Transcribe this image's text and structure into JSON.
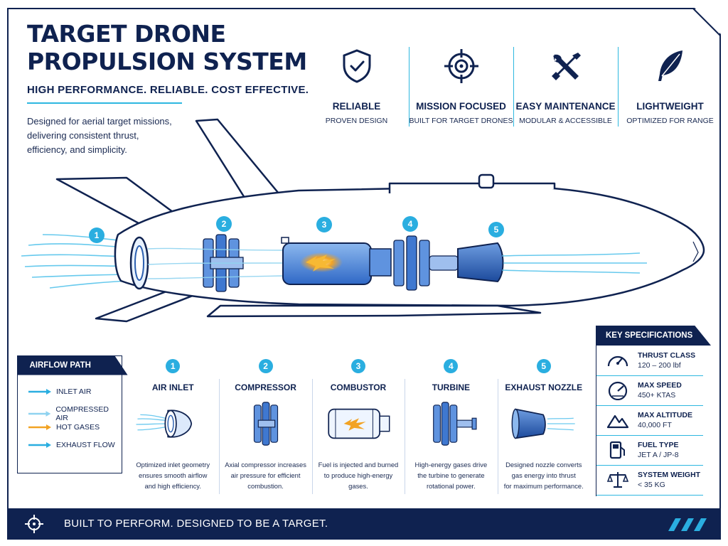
{
  "header": {
    "title_line1": "TARGET DRONE",
    "title_line2": "PROPULSION SYSTEM",
    "tagline": "HIGH PERFORMANCE. RELIABLE. COST EFFECTIVE.",
    "intro_line1": "Designed for aerial target missions,",
    "intro_line2": "delivering consistent thrust,",
    "intro_line3": "efficiency, and simplicity."
  },
  "features": [
    {
      "title": "RELIABLE",
      "subtitle": "PROVEN DESIGN",
      "icon": "shield-check-icon"
    },
    {
      "title": "MISSION FOCUSED",
      "subtitle": "BUILT FOR TARGET DRONES",
      "icon": "crosshair-icon"
    },
    {
      "title": "EASY MAINTENANCE",
      "subtitle": "MODULAR & ACCESSIBLE",
      "icon": "wrench-screwdriver-icon"
    },
    {
      "title": "LIGHTWEIGHT",
      "subtitle": "OPTIMIZED FOR RANGE",
      "icon": "feather-icon"
    }
  ],
  "diagram_callouts": [
    "1",
    "2",
    "3",
    "4",
    "5"
  ],
  "airflow": {
    "title": "AIRFLOW PATH",
    "items": [
      {
        "label": "INLET AIR",
        "color": "#2aaee0"
      },
      {
        "label": "COMPRESSED AIR",
        "color": "#8fd3f0"
      },
      {
        "label": "HOT GASES",
        "color": "#f2a324"
      },
      {
        "label": "EXHAUST FLOW",
        "color": "#2aaee0"
      }
    ]
  },
  "components": [
    {
      "num": "1",
      "title": "AIR INLET",
      "desc_line1": "Optimized inlet geometry",
      "desc_line2": "ensures smooth airflow",
      "desc_line3": "and high efficiency."
    },
    {
      "num": "2",
      "title": "COMPRESSOR",
      "desc_line1": "Axial compressor increases",
      "desc_line2": "air pressure for efficient",
      "desc_line3": "combustion."
    },
    {
      "num": "3",
      "title": "COMBUSTOR",
      "desc_line1": "Fuel is injected and burned",
      "desc_line2": "to produce high-energy",
      "desc_line3": "gases."
    },
    {
      "num": "4",
      "title": "TURBINE",
      "desc_line1": "High-energy gases drive",
      "desc_line2": "the turbine to generate",
      "desc_line3": "rotational power."
    },
    {
      "num": "5",
      "title": "EXHAUST NOZZLE",
      "desc_line1": "Designed nozzle converts",
      "desc_line2": "gas energy into thrust",
      "desc_line3": "for maximum performance."
    }
  ],
  "specs": {
    "title": "KEY SPECIFICATIONS",
    "items": [
      {
        "label": "THRUST CLASS",
        "value": "120 – 200 lbf",
        "icon": "gauge-icon"
      },
      {
        "label": "MAX SPEED",
        "value": "450+ KTAS",
        "icon": "speedometer-icon"
      },
      {
        "label": "MAX ALTITUDE",
        "value": "40,000 FT",
        "icon": "mountain-icon"
      },
      {
        "label": "FUEL TYPE",
        "value": "JET A / JP-8",
        "icon": "fuel-pump-icon"
      },
      {
        "label": "SYSTEM WEIGHT",
        "value": "< 35 KG",
        "icon": "scale-icon"
      }
    ]
  },
  "footer": {
    "text": "BUILT TO PERFORM. DESIGNED TO BE A TARGET."
  },
  "colors": {
    "navy": "#0f2250",
    "accent": "#2aaee0",
    "flame": "#f2a324"
  }
}
